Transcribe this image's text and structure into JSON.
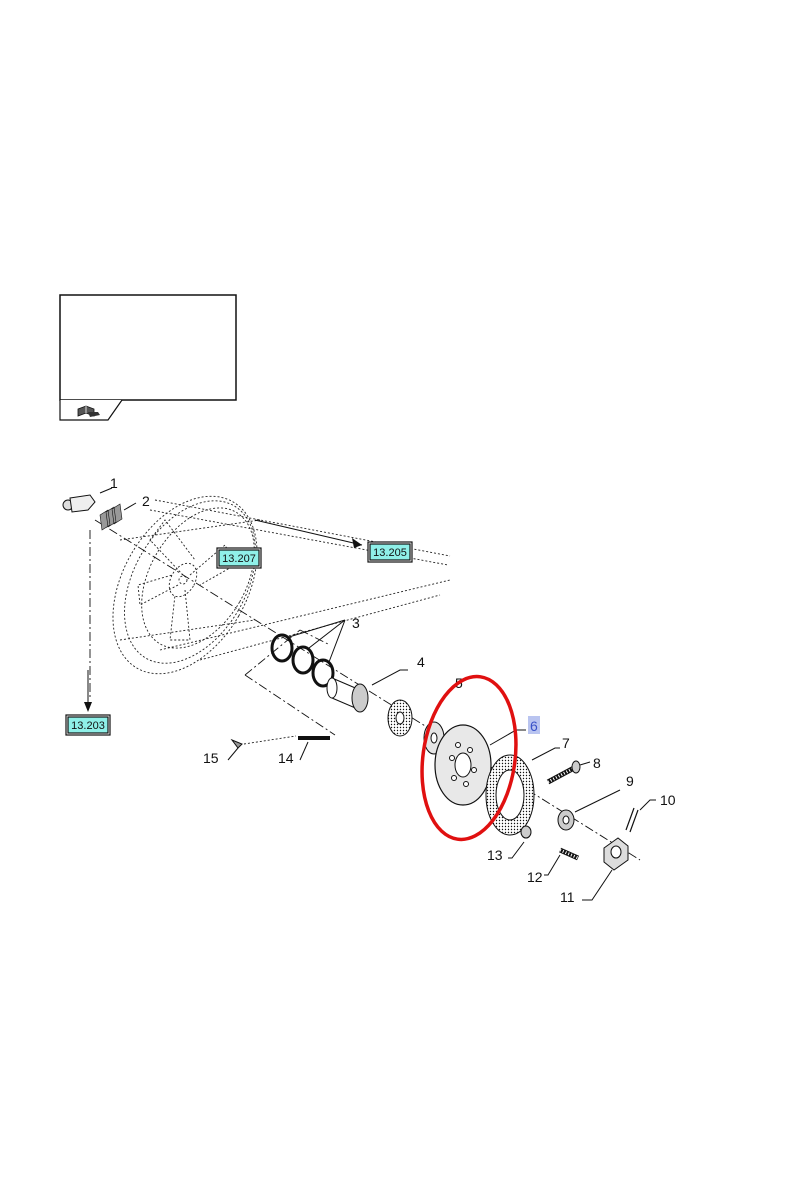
{
  "callouts": {
    "c1": "1",
    "c2": "2",
    "c3": "3",
    "c4": "4",
    "c5": "5",
    "c6": "6",
    "c7": "7",
    "c8": "8",
    "c9": "9",
    "c10": "10",
    "c11": "11",
    "c12": "12",
    "c13": "13",
    "c14": "14",
    "c15": "15"
  },
  "refs": {
    "r13207": "13.207",
    "r13205": "13.205",
    "r13203": "13.203"
  },
  "colors": {
    "ref_fill": "#8ff0e8",
    "highlight_ellipse": "#e01010",
    "highlight_label_bg": "#b9c4f0"
  },
  "icons": {
    "thumbnail": "book-hand-icon"
  }
}
